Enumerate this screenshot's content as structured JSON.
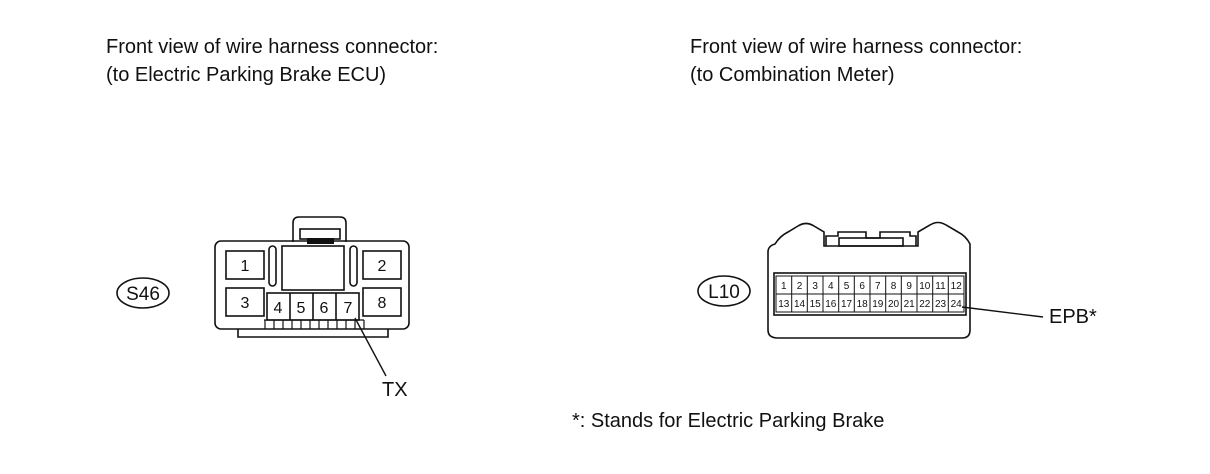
{
  "left_connector": {
    "heading_line1": "Front view of wire harness connector:",
    "heading_line2": "(to Electric Parking Brake ECU)",
    "code": "S46",
    "pins": [
      "1",
      "2",
      "3",
      "4",
      "5",
      "6",
      "7",
      "8"
    ],
    "signal_label": "TX"
  },
  "right_connector": {
    "heading_line1": "Front view of wire harness connector:",
    "heading_line2": "(to Combination Meter)",
    "code": "L10",
    "pins_top": [
      "1",
      "2",
      "3",
      "4",
      "5",
      "6",
      "7",
      "8",
      "9",
      "10",
      "11",
      "12"
    ],
    "pins_bottom": [
      "13",
      "14",
      "15",
      "16",
      "17",
      "18",
      "19",
      "20",
      "21",
      "22",
      "23",
      "24"
    ],
    "signal_label": "EPB*"
  },
  "footnote": "*: Stands for Electric Parking Brake"
}
